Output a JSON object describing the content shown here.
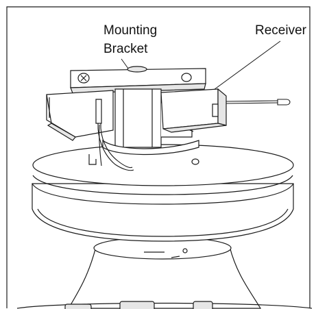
{
  "labels": {
    "mounting_line1": "Mounting",
    "mounting_line2": "Bracket",
    "receiver": "Receiver"
  },
  "colors": {
    "stroke": "#1a1a1a",
    "fill": "#ffffff",
    "shade": "#e6e6e6",
    "dark": "#777777"
  }
}
